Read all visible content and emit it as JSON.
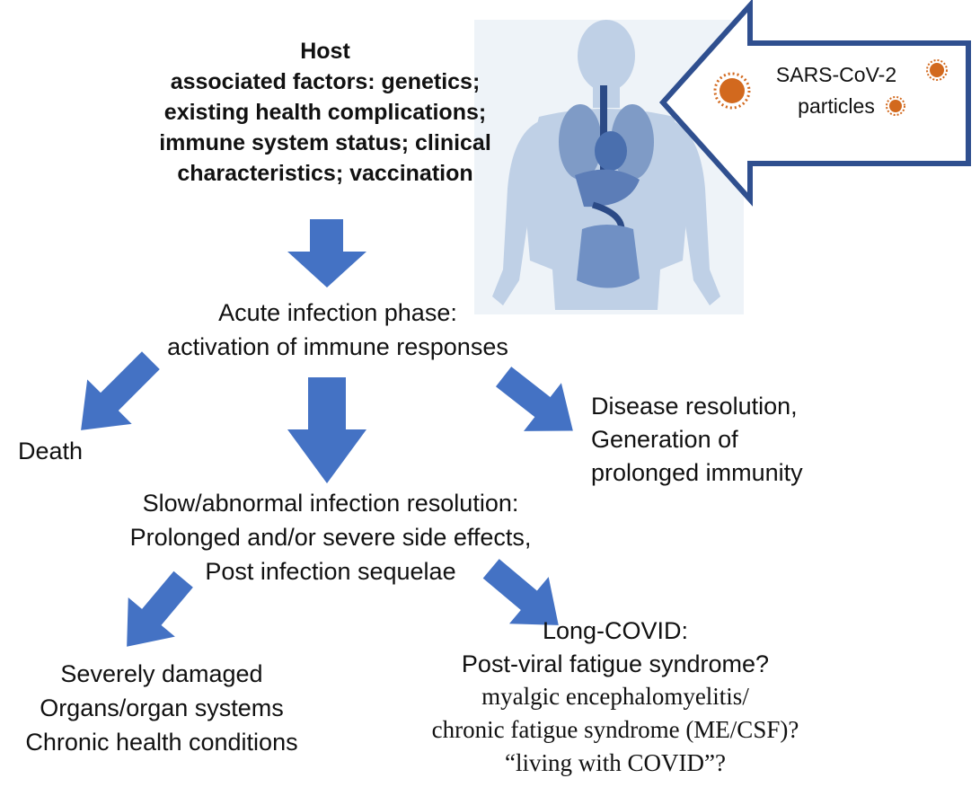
{
  "host_factors": {
    "lines": [
      "Host",
      "associated factors: genetics;",
      "existing health complications;",
      "immune system status; clinical",
      "characteristics; vaccination"
    ]
  },
  "virus_callout": {
    "lines": [
      "SARS-CoV-2",
      "particles"
    ]
  },
  "acute_phase": {
    "lines": [
      "Acute infection phase:",
      "activation of immune responses"
    ]
  },
  "death": {
    "lines": [
      "Death"
    ]
  },
  "resolution": {
    "lines": [
      "Disease resolution,",
      "Generation of",
      "prolonged immunity"
    ]
  },
  "slow_resolution": {
    "lines": [
      "Slow/abnormal infection resolution:",
      "Prolonged and/or severe side effects,",
      "Post infection sequelae"
    ]
  },
  "organ_damage": {
    "lines": [
      "Severely damaged",
      "Organs/organ systems",
      "Chronic health conditions"
    ]
  },
  "long_covid": {
    "lines": [
      "Long-COVID:",
      "Post-viral fatigue syndrome?"
    ],
    "serif_lines": [
      "myalgic encephalomyelitis/",
      "chronic fatigue syndrome (ME/CSF)?",
      "“living with COVID”?"
    ]
  },
  "colors": {
    "arrow": "#4472C4",
    "callout_border": "#2F4F8F",
    "virus": "#D2691E",
    "body": "#C8D6EA"
  }
}
